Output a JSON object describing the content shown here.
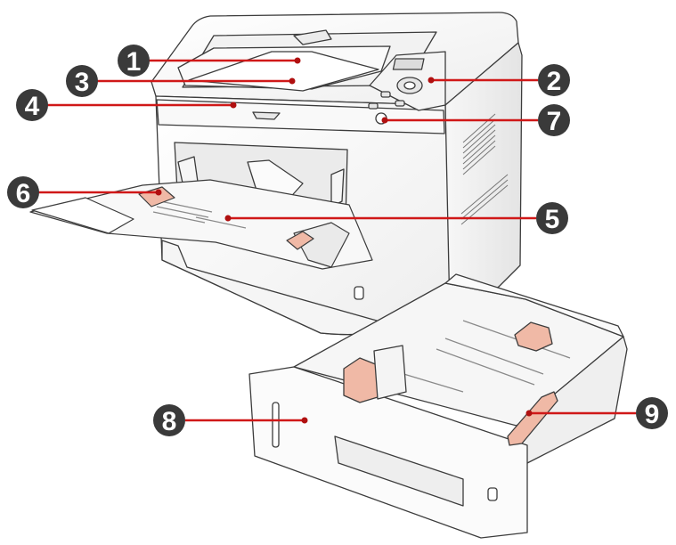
{
  "colors": {
    "badge": "#3a3a3a",
    "leader": "#d01818",
    "leader_dot": "#b01010",
    "body_fill": "#ffffff",
    "body_stroke": "#3c3c3c",
    "accent_parts": "#f0b9a6"
  },
  "callouts": [
    {
      "id": "c1",
      "number": "1",
      "target": "paper-output-tray"
    },
    {
      "id": "c2",
      "number": "2",
      "target": "control-panel"
    },
    {
      "id": "c3",
      "number": "3",
      "target": "paper-output-support-tray"
    },
    {
      "id": "c4",
      "number": "4",
      "target": "front-cover"
    },
    {
      "id": "c5",
      "number": "5",
      "target": "manual-feed-tray"
    },
    {
      "id": "c6",
      "number": "6",
      "target": "manual-feed-guide"
    },
    {
      "id": "c7",
      "number": "7",
      "target": "power-button"
    },
    {
      "id": "c8",
      "number": "8",
      "target": "paper-cassette"
    },
    {
      "id": "c9",
      "number": "9",
      "target": "cassette-paper-guide"
    }
  ]
}
